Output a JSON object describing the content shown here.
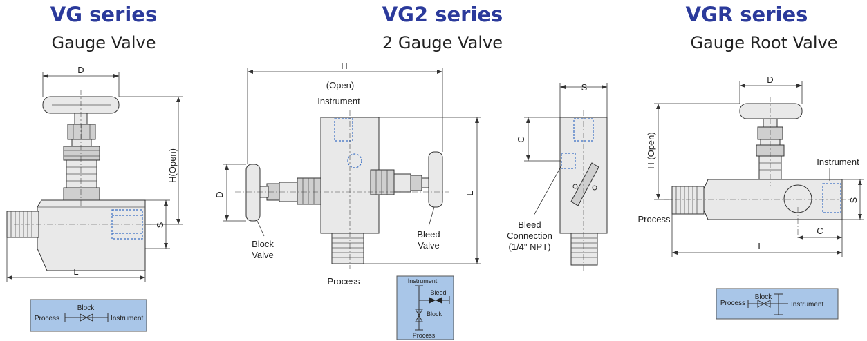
{
  "vg": {
    "title": "VG series",
    "subtitle": "Gauge Valve",
    "dims": {
      "d": "D",
      "h": "H(Open)",
      "s": "S",
      "l": "L"
    },
    "schematic": {
      "block": "Block",
      "process": "Process",
      "instrument": "Instrument"
    }
  },
  "vg2": {
    "title": "VG2 series",
    "subtitle": "2 Gauge Valve",
    "dims": {
      "h": "H",
      "open": "(Open)",
      "d": "D",
      "l": "L",
      "s": "S",
      "c": "C"
    },
    "labels": {
      "instrument": "Instrument",
      "block_1": "Block",
      "block_2": "Valve",
      "bleed_1": "Bleed",
      "bleed_2": "Valve",
      "process": "Process",
      "bleed_conn_1": "Bleed",
      "bleed_conn_2": "Connection",
      "bleed_conn_3": "(1/4\" NPT)"
    },
    "schematic": {
      "instrument": "Instrument",
      "bleed": "Bleed",
      "block": "Block",
      "process": "Process"
    }
  },
  "vgr": {
    "title": "VGR series",
    "subtitle": "Gauge Root Valve",
    "dims": {
      "d": "D",
      "h": "H (Open)",
      "s": "S",
      "c": "C",
      "l": "L"
    },
    "labels": {
      "instrument": "Instrument",
      "process": "Process"
    },
    "schematic": {
      "block": "Block",
      "process": "Process",
      "instrument": "Instrument"
    }
  },
  "colors": {
    "title": "#2b3a9b",
    "schematic_fill": "#a9c6e8",
    "hidden_port": "#3a6fc4"
  }
}
